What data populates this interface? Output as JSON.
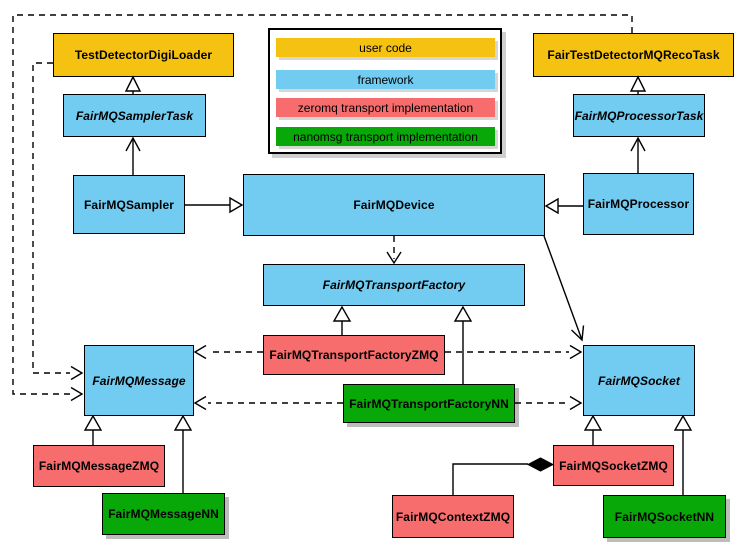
{
  "palette": {
    "user_code": "#f5c211",
    "framework": "#72cbf1",
    "zeromq": "#f76d6d",
    "nanomsg": "#07a807",
    "line": "#000000",
    "background": "#ffffff"
  },
  "legend": {
    "items": [
      {
        "label": "user code",
        "color": "#f5c211"
      },
      {
        "label": "framework",
        "color": "#72cbf1"
      },
      {
        "label": "zeromq transport implementation",
        "color": "#f76d6d"
      },
      {
        "label": "nanomsg transport implementation",
        "color": "#07a807"
      }
    ]
  },
  "nodes": {
    "test_detector_digi_loader": {
      "label": "TestDetectorDigiLoader",
      "color": "#f5c211",
      "abstract": false
    },
    "fair_test_detector_mq_reco_task": {
      "label": "FairTestDetectorMQRecoTask",
      "color": "#f5c211",
      "abstract": false
    },
    "fair_mq_sampler_task": {
      "label": "FairMQSamplerTask",
      "color": "#72cbf1",
      "abstract": true
    },
    "fair_mq_processor_task": {
      "label": "FairMQProcessorTask",
      "color": "#72cbf1",
      "abstract": true
    },
    "fair_mq_sampler": {
      "label": "FairMQSampler",
      "color": "#72cbf1",
      "abstract": false
    },
    "fair_mq_device": {
      "label": "FairMQDevice",
      "color": "#72cbf1",
      "abstract": false
    },
    "fair_mq_processor": {
      "label": "FairMQProcessor",
      "color": "#72cbf1",
      "abstract": false
    },
    "fair_mq_transport_factory": {
      "label": "FairMQTransportFactory",
      "color": "#72cbf1",
      "abstract": true
    },
    "fair_mq_transport_factory_zmq": {
      "label": "FairMQTransportFactoryZMQ",
      "color": "#f76d6d",
      "abstract": false
    },
    "fair_mq_transport_factory_nn": {
      "label": "FairMQTransportFactoryNN",
      "color": "#07a807",
      "abstract": false
    },
    "fair_mq_message": {
      "label": "FairMQMessage",
      "color": "#72cbf1",
      "abstract": true
    },
    "fair_mq_socket": {
      "label": "FairMQSocket",
      "color": "#72cbf1",
      "abstract": true
    },
    "fair_mq_message_zmq": {
      "label": "FairMQMessageZMQ",
      "color": "#f76d6d",
      "abstract": false
    },
    "fair_mq_message_nn": {
      "label": "FairMQMessageNN",
      "color": "#07a807",
      "abstract": false
    },
    "fair_mq_context_zmq": {
      "label": "FairMQContextZMQ",
      "color": "#f76d6d",
      "abstract": false
    },
    "fair_mq_socket_zmq": {
      "label": "FairMQSocketZMQ",
      "color": "#f76d6d",
      "abstract": false
    },
    "fair_mq_socket_nn": {
      "label": "FairMQSocketNN",
      "color": "#07a807",
      "abstract": false
    }
  },
  "edges": [
    {
      "nodes": [
        "FairMQSamplerTask",
        "TestDetectorDigiLoader"
      ],
      "style": "solid",
      "head": "hollow-triangle",
      "head_at": "TestDetectorDigiLoader"
    },
    {
      "nodes": [
        "FairMQProcessorTask",
        "FairTestDetectorMQRecoTask"
      ],
      "style": "solid",
      "head": "hollow-triangle",
      "head_at": "FairTestDetectorMQRecoTask"
    },
    {
      "nodes": [
        "FairMQSampler",
        "FairMQDevice"
      ],
      "style": "solid",
      "head": "hollow-triangle",
      "head_at": "FairMQDevice"
    },
    {
      "nodes": [
        "FairMQProcessor",
        "FairMQDevice"
      ],
      "style": "solid",
      "head": "hollow-triangle",
      "head_at": "FairMQDevice"
    },
    {
      "nodes": [
        "FairMQTransportFactoryZMQ",
        "FairMQTransportFactory"
      ],
      "style": "solid",
      "head": "hollow-triangle",
      "head_at": "FairMQTransportFactory"
    },
    {
      "nodes": [
        "FairMQTransportFactoryNN",
        "FairMQTransportFactory"
      ],
      "style": "solid",
      "head": "hollow-triangle",
      "head_at": "FairMQTransportFactory"
    },
    {
      "nodes": [
        "FairMQMessageZMQ",
        "FairMQMessage"
      ],
      "style": "solid",
      "head": "hollow-triangle",
      "head_at": "FairMQMessage"
    },
    {
      "nodes": [
        "FairMQMessageNN",
        "FairMQMessage"
      ],
      "style": "solid",
      "head": "hollow-triangle",
      "head_at": "FairMQMessage"
    },
    {
      "nodes": [
        "FairMQSocketZMQ",
        "FairMQSocket"
      ],
      "style": "solid",
      "head": "hollow-triangle",
      "head_at": "FairMQSocket"
    },
    {
      "nodes": [
        "FairMQSocketNN",
        "FairMQSocket"
      ],
      "style": "solid",
      "head": "hollow-triangle",
      "head_at": "FairMQSocket"
    },
    {
      "nodes": [
        "FairMQSampler",
        "FairMQSamplerTask"
      ],
      "style": "solid",
      "head": "open-arrow",
      "head_at": "FairMQSamplerTask"
    },
    {
      "nodes": [
        "FairMQProcessor",
        "FairMQProcessorTask"
      ],
      "style": "solid",
      "head": "open-arrow",
      "head_at": "FairMQProcessorTask"
    },
    {
      "nodes": [
        "FairMQDevice",
        "FairMQSocket"
      ],
      "style": "solid",
      "head": "open-arrow",
      "head_at": "FairMQSocket"
    },
    {
      "nodes": [
        "FairMQDevice",
        "FairMQTransportFactory"
      ],
      "style": "dashed",
      "head": "open-arrow",
      "head_at": "FairMQTransportFactory"
    },
    {
      "nodes": [
        "FairMQTransportFactoryZMQ",
        "FairMQMessage"
      ],
      "style": "dashed",
      "head": "open-arrow",
      "head_at": "FairMQMessage"
    },
    {
      "nodes": [
        "FairMQTransportFactoryZMQ",
        "FairMQSocket"
      ],
      "style": "dashed",
      "head": "open-arrow",
      "head_at": "FairMQSocket"
    },
    {
      "nodes": [
        "FairMQTransportFactoryNN",
        "FairMQMessage"
      ],
      "style": "dashed",
      "head": "open-arrow",
      "head_at": "FairMQMessage"
    },
    {
      "nodes": [
        "FairMQTransportFactoryNN",
        "FairMQSocket"
      ],
      "style": "dashed",
      "head": "open-arrow",
      "head_at": "FairMQSocket"
    },
    {
      "nodes": [
        "TestDetectorDigiLoader",
        "FairMQMessage"
      ],
      "style": "dashed",
      "head": "open-arrow",
      "head_at": "FairMQMessage"
    },
    {
      "nodes": [
        "FairTestDetectorMQRecoTask",
        "FairMQMessage"
      ],
      "style": "dashed",
      "head": "open-arrow",
      "head_at": "FairMQMessage"
    },
    {
      "nodes": [
        "FairMQContextZMQ",
        "FairMQSocketZMQ"
      ],
      "style": "solid",
      "head": "filled-diamond",
      "head_at": "FairMQSocketZMQ"
    }
  ]
}
